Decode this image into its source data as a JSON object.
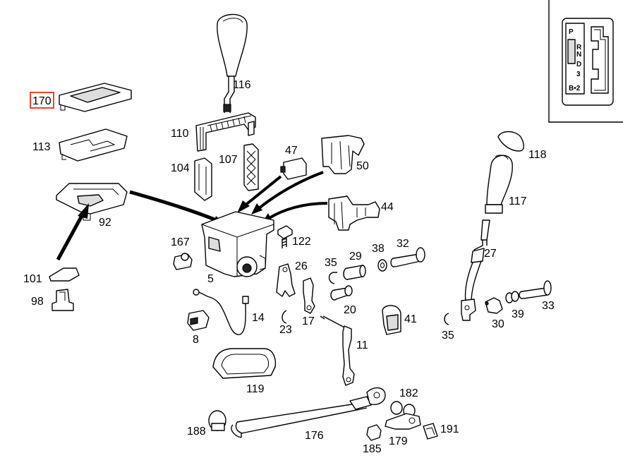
{
  "diagram": {
    "highlighted_label": "170",
    "labels": {
      "p170": "170",
      "p113": "113",
      "p92": "92",
      "p101": "101",
      "p98": "98",
      "p116": "116",
      "p110": "110",
      "p107": "107",
      "p104": "104",
      "p47": "47",
      "p50": "50",
      "p44": "44",
      "p167": "167",
      "p5": "5",
      "p122": "122",
      "p35a": "35",
      "p29": "29",
      "p38": "38",
      "p32": "32",
      "p26": "26",
      "p20": "20",
      "p14": "14",
      "p8": "8",
      "p23": "23",
      "p17": "17",
      "p41": "41",
      "p11": "11",
      "p119": "119",
      "p182": "182",
      "p188": "188",
      "p176": "176",
      "p185": "185",
      "p179": "179",
      "p191": "191",
      "p118": "118",
      "p117": "117",
      "p27": "27",
      "p35b": "35",
      "p30": "30",
      "p39": "39",
      "p33": "33"
    },
    "gate_inset": {
      "positions": [
        "P",
        "R",
        "N",
        "D",
        "3",
        "B•2"
      ]
    }
  }
}
